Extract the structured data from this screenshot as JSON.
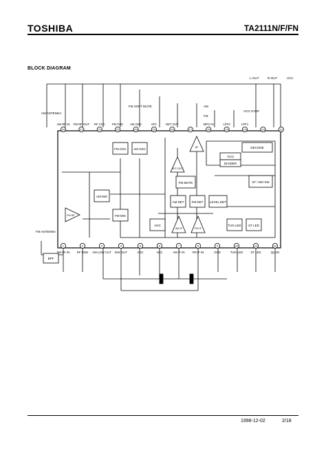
{
  "header": {
    "brand": "TOSHIBA",
    "part_number": "TA2111N/F/FN"
  },
  "section_title": "BLOCK DIAGRAM",
  "footer": {
    "date": "1998-12-02",
    "page": "2/18"
  },
  "diagram": {
    "top_pins": [
      {
        "num": "24",
        "label": "AM RF IN"
      },
      {
        "num": "23",
        "label": "FM RF OUT"
      },
      {
        "num": "22",
        "label": "RF VCC"
      },
      {
        "num": "21",
        "label": "FM OSC"
      },
      {
        "num": "20",
        "label": "AM OSC"
      },
      {
        "num": "19",
        "label": "AFC"
      },
      {
        "num": "18",
        "label": "DET OUT"
      },
      {
        "num": "17",
        "label": ""
      },
      {
        "num": "16",
        "label": "MPX IN"
      },
      {
        "num": "15",
        "label": "LPF2"
      },
      {
        "num": "14",
        "label": "LPF1"
      },
      {
        "num": "13",
        "label": ""
      },
      {
        "num": "12",
        "label": ""
      }
    ],
    "bottom_pins": [
      {
        "num": "1",
        "label": "FM RF IN"
      },
      {
        "num": "2",
        "label": "RF GND"
      },
      {
        "num": "3",
        "label": "AM LOW CUT"
      },
      {
        "num": "4",
        "label": "MIX OUT"
      },
      {
        "num": "5",
        "label": "AGC"
      },
      {
        "num": "6",
        "label": "VCC"
      },
      {
        "num": "7",
        "label": "AM IF IN"
      },
      {
        "num": "8",
        "label": "FM IF IN"
      },
      {
        "num": "9",
        "label": "GND"
      },
      {
        "num": "10",
        "label": "TUN LED"
      },
      {
        "num": "11",
        "label": "ST LED"
      },
      {
        "num": "12",
        "label": "QUAD"
      }
    ],
    "blocks": {
      "fm_osc": "FM OSC",
      "am_osc": "AM OSC",
      "am_mix": "AM MIX",
      "fm_mix": "FM MIX",
      "fm_rf": "FM RF",
      "am_if": "AM IF",
      "fm_if": "FM IF",
      "afc_out": "AFC OUT",
      "fm_mute": "FM MUTE",
      "am_det": "AM DET",
      "fm_det": "FM DET",
      "level_det": "LEVEL DET",
      "agc": "AGC",
      "af": "AF",
      "decode": "DECODE",
      "vco": "VCO",
      "divider": "DIVIDER",
      "st_mo": "ST / MO SW",
      "tun_led": "TUN LED",
      "st_led": "ST LED"
    },
    "labels": {
      "am_antenna": "AM ANTENNA",
      "fm_antenna": "FM ANTENNA",
      "bpf": "BPF",
      "fm_soft_mute": "FM SOFT MUTE",
      "am_fm_switch": "AM",
      "fm_switch": "FM",
      "vco_stop": "VCO STOP",
      "l_out": "L-OUT",
      "r_out": "R-OUT",
      "vcc": "VCC"
    }
  }
}
